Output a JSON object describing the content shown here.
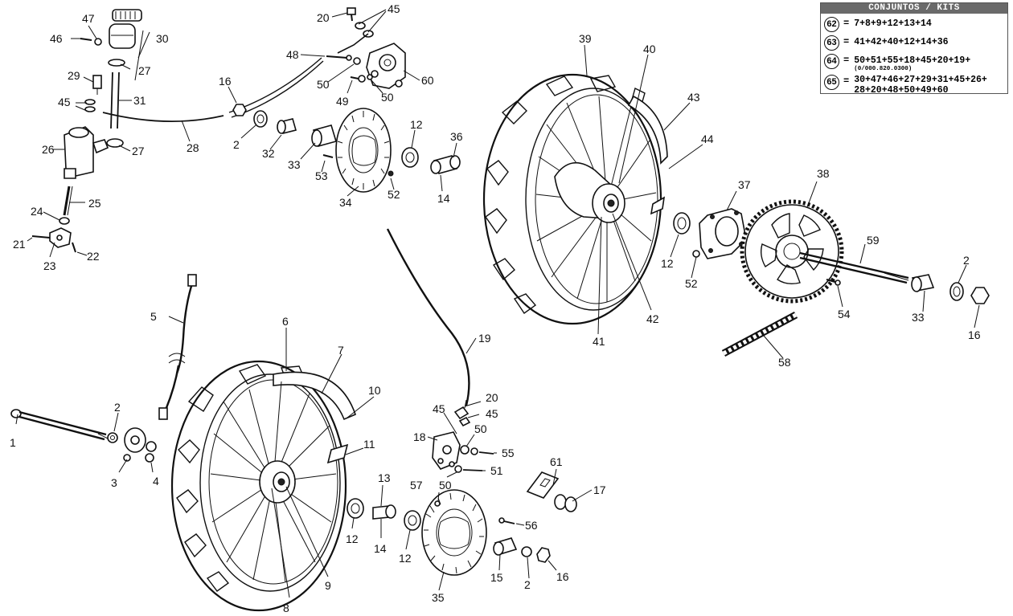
{
  "kits": {
    "header": "CONJUNTOS / KITS",
    "rows": [
      {
        "num": "62",
        "eq": "=",
        "formula": "7+8+9+12+13+14",
        "note": ""
      },
      {
        "num": "63",
        "eq": "=",
        "formula": "41+42+40+12+14+36",
        "note": ""
      },
      {
        "num": "64",
        "eq": "=",
        "formula": "50+51+55+18+45+20+19+",
        "note": "(0/000.820.0300)"
      },
      {
        "num": "65",
        "eq": "=",
        "formula": "30+47+46+27+29+31+45+26+",
        "formula2": "28+20+48+50+49+60",
        "note": ""
      }
    ]
  },
  "labels": {
    "l1": "1",
    "l2a": "2",
    "l2b": "2",
    "l2c": "2",
    "l2d": "2",
    "l3": "3",
    "l4": "4",
    "l5": "5",
    "l6": "6",
    "l7": "7",
    "l8": "8",
    "l9": "9",
    "l10": "10",
    "l11": "11",
    "l12a": "12",
    "l12b": "12",
    "l12c": "12",
    "l12d": "12",
    "l13": "13",
    "l14a": "14",
    "l14b": "14",
    "l15": "15",
    "l16a": "16",
    "l16b": "16",
    "l16c": "16",
    "l17": "17",
    "l18": "18",
    "l19": "19",
    "l20a": "20",
    "l20b": "20",
    "l21": "21",
    "l22": "22",
    "l23": "23",
    "l24": "24",
    "l25": "25",
    "l26": "26",
    "l27a": "27",
    "l27b": "27",
    "l28": "28",
    "l29": "29",
    "l30": "30",
    "l31": "31",
    "l32": "32",
    "l33a": "33",
    "l33b": "33",
    "l34": "34",
    "l35": "35",
    "l36": "36",
    "l37": "37",
    "l38": "38",
    "l39": "39",
    "l40": "40",
    "l41": "41",
    "l42": "42",
    "l43": "43",
    "l44": "44",
    "l45a": "45",
    "l45b": "45",
    "l45c": "45",
    "l45d": "45",
    "l46": "46",
    "l47": "47",
    "l48": "48",
    "l49": "49",
    "l50a": "50",
    "l50b": "50",
    "l50c": "50",
    "l50d": "50",
    "l51": "51",
    "l52a": "52",
    "l52b": "52",
    "l53": "53",
    "l54": "54",
    "l55": "55",
    "l56": "56",
    "l57": "57",
    "l58": "58",
    "l59": "59",
    "l60": "60",
    "l61": "61"
  }
}
